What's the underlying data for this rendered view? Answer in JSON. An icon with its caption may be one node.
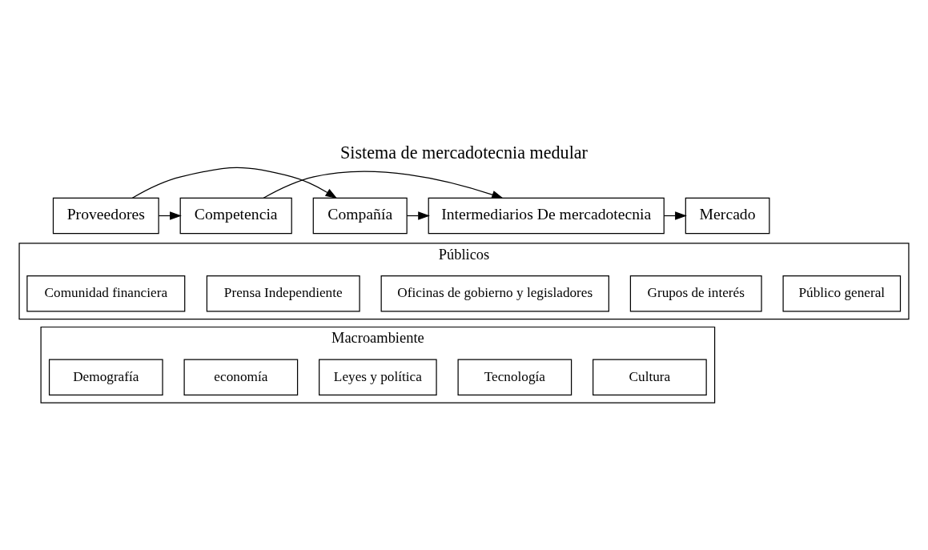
{
  "diagram": {
    "title": "Sistema de mercadotecnia medular",
    "nodes": [
      {
        "text": [
          "Proveedores"
        ]
      },
      {
        "text": [
          "Compañía"
        ]
      },
      {
        "text": [
          "Competencia"
        ]
      },
      {
        "text": [
          "Intermediarios De mercadotecnia"
        ]
      },
      {
        "text": [
          "Mercado"
        ]
      },
      {
        "text": [
          "Públicos"
        ]
      },
      {
        "text": [
          "Comunidad financiera"
        ],
        "in": 5
      },
      {
        "text": [
          "Prensa Independiente"
        ],
        "in": 5
      },
      {
        "text": [
          "Oficinas de gobierno y legisladores"
        ],
        "in": 5
      },
      {
        "text": [
          "Grupos de interés"
        ],
        "in": 5
      },
      {
        "text": [
          "Público general"
        ],
        "in": 5
      },
      {
        "text": [
          "Macroambiente"
        ]
      },
      {
        "text": [
          "Demografía"
        ],
        "in": 11
      },
      {
        "text": [
          "economía"
        ],
        "in": 11
      },
      {
        "text": [
          "Leyes y política"
        ],
        "in": 11
      },
      {
        "text": [
          "Tecnología"
        ],
        "in": 11
      },
      {
        "text": [
          "Cultura"
        ],
        "in": 11
      }
    ],
    "edges": [
      {
        "from": 0,
        "to": 1,
        "arrow": "to"
      },
      {
        "from": 0,
        "to": 2,
        "arrow": "to"
      },
      {
        "from": 1,
        "to": 3,
        "arrow": "to"
      },
      {
        "from": 2,
        "to": 3,
        "arrow": "to"
      },
      {
        "from": 3,
        "to": 4,
        "arrow": "to"
      }
    ]
  }
}
